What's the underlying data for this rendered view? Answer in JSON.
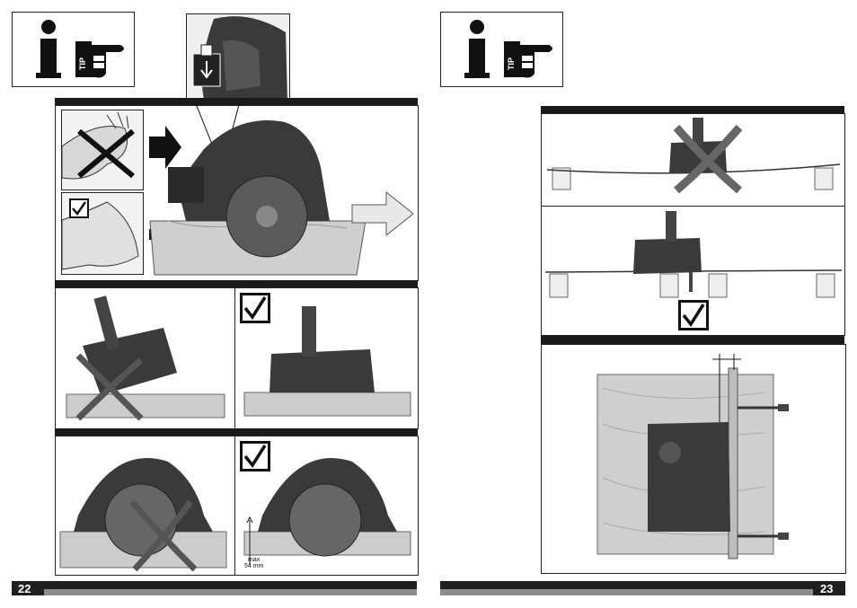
{
  "pages": {
    "left": {
      "number": "22"
    },
    "right": {
      "number": "23"
    }
  },
  "tip_badge": {
    "label": "TIP"
  },
  "depth_annotation": {
    "line1": "max",
    "line2": "54 mm"
  },
  "colors": {
    "frame": "#1a1a1a",
    "footer_gray": "#8c8c8c",
    "tool_dark": "#3a3a3a",
    "wood": "#c9c9c9"
  },
  "icons": {
    "info": "info-icon",
    "pointing_hand": "pointing-hand-icon",
    "check": "check-icon",
    "cross": "cross-icon",
    "arrow": "arrow-icon"
  }
}
